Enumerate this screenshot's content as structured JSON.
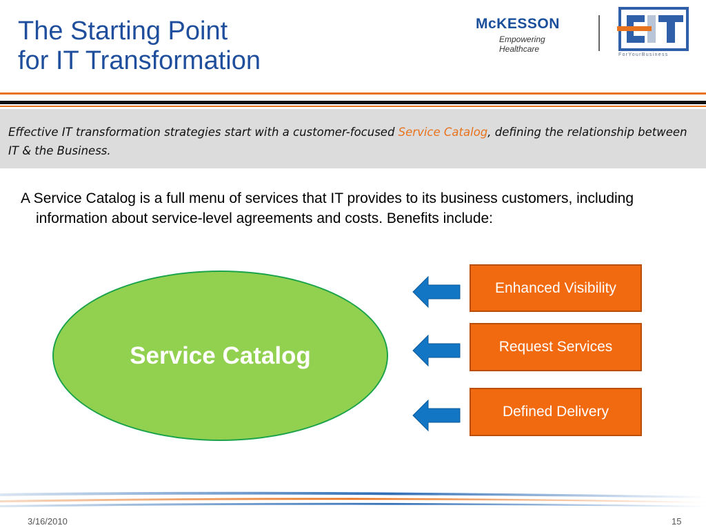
{
  "title": {
    "line1": "The Starting Point",
    "line2": "for IT Transformation"
  },
  "logos": {
    "mckesson_name": "McKESSON",
    "mckesson_tagline": "Empowering Healthcare",
    "cit_tagline": "ForYourBusiness"
  },
  "banner": {
    "text_part1": "Effective IT transformation strategies start with a customer-focused ",
    "highlight": "Service Catalog",
    "text_part2": ", defining the relationship between IT & the Business."
  },
  "body_text": "A Service Catalog is a full menu of services that IT provides to its business customers, including information about service-level agreements and costs. Benefits include:",
  "diagram": {
    "center": "Service Catalog",
    "benefits": [
      "Enhanced Visibility",
      "Request Services",
      "Defined Delivery"
    ]
  },
  "colors": {
    "title_blue": "#1f4e9c",
    "accent_orange": "#e8731e",
    "ellipse_green": "#92d050",
    "arrow_blue": "#1276c4"
  },
  "footer": {
    "date": "3/16/2010",
    "page": "15"
  }
}
